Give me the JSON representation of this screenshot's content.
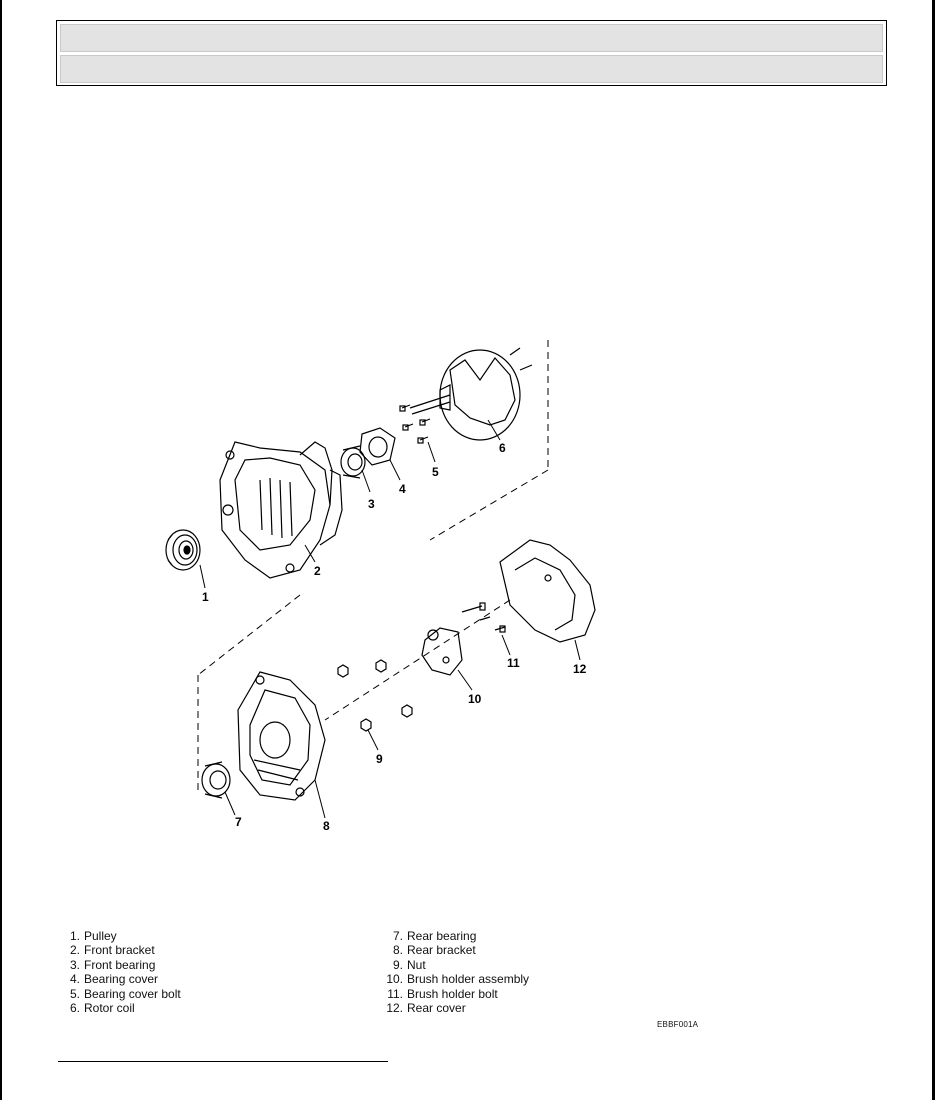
{
  "header": {
    "title": "",
    "subtitle": ""
  },
  "diagram": {
    "callouts": [
      "1",
      "2",
      "3",
      "4",
      "5",
      "6",
      "7",
      "8",
      "9",
      "10",
      "11",
      "12"
    ]
  },
  "legend": {
    "left": [
      {
        "num": "1.",
        "label": "Pulley"
      },
      {
        "num": "2.",
        "label": "Front bracket"
      },
      {
        "num": "3.",
        "label": "Front bearing"
      },
      {
        "num": "4.",
        "label": "Bearing cover"
      },
      {
        "num": "5.",
        "label": "Bearing cover bolt"
      },
      {
        "num": "6.",
        "label": "Rotor coil"
      }
    ],
    "right": [
      {
        "num": "7.",
        "label": "Rear bearing"
      },
      {
        "num": "8.",
        "label": "Rear bracket"
      },
      {
        "num": "9.",
        "label": "Nut"
      },
      {
        "num": "10.",
        "label": "Brush holder assembly"
      },
      {
        "num": "11.",
        "label": "Brush holder bolt"
      },
      {
        "num": "12.",
        "label": "Rear cover"
      }
    ]
  },
  "figure_code": "EBBF001A"
}
